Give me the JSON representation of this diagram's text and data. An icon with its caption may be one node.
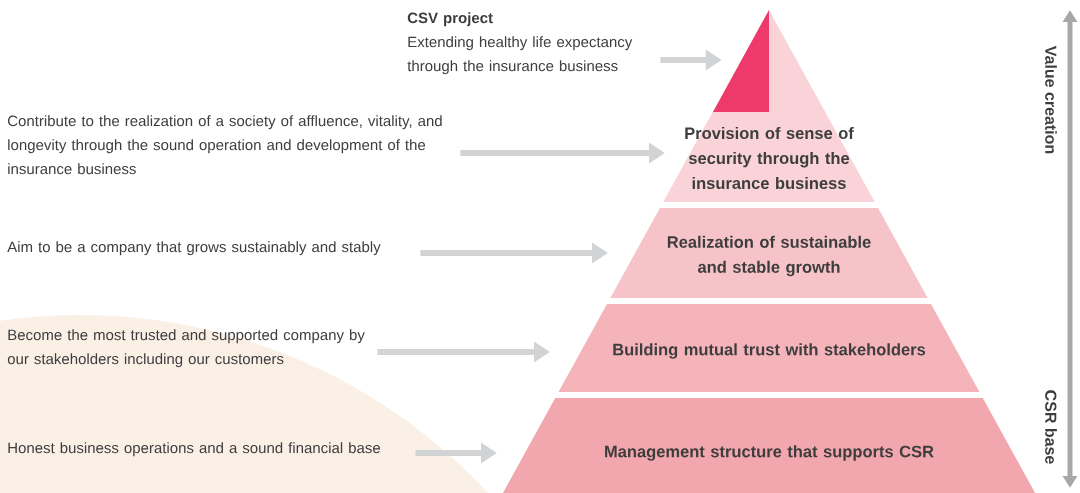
{
  "diagram": {
    "nodes": [
      {
        "text": [
          "CSV project",
          "Extending healthy life expectancy through the insurance business"
        ]
      },
      {
        "text": [
          "Provision of sense of security through the insurance business"
        ]
      },
      {
        "text": [],
        "shape": "triangle",
        "in": 1
      },
      {
        "text": [
          "Contribute to the realization of a society of affluence, vitality, and longevity through the sound operation and development of the insurance business"
        ]
      },
      {
        "text": [
          "Aim to be a company that grows sustainably and stably"
        ]
      },
      {
        "text": [
          "Realization of sustainable and stable growth"
        ]
      },
      {
        "text": [
          "Become the most trusted and supported company by our stakeholders including our customers"
        ]
      },
      {
        "text": [
          "Building mutual trust with stakeholders"
        ]
      },
      {
        "text": [
          "Honest business operations and a sound financial base"
        ]
      },
      {
        "text": [
          "Management structure that supports CSR"
        ]
      }
    ],
    "edges": [
      {
        "from": 0,
        "to": 2,
        "arrow": "to"
      },
      {
        "from": 3,
        "to": 1,
        "arrow": "to"
      },
      {
        "from": 4,
        "to": 5,
        "arrow": "to"
      },
      {
        "from": 6,
        "to": 7,
        "arrow": "to"
      },
      {
        "from": 8,
        "to": 9,
        "arrow": "to"
      }
    ],
    "labels": [
      "Value creation",
      "CSR base"
    ]
  }
}
